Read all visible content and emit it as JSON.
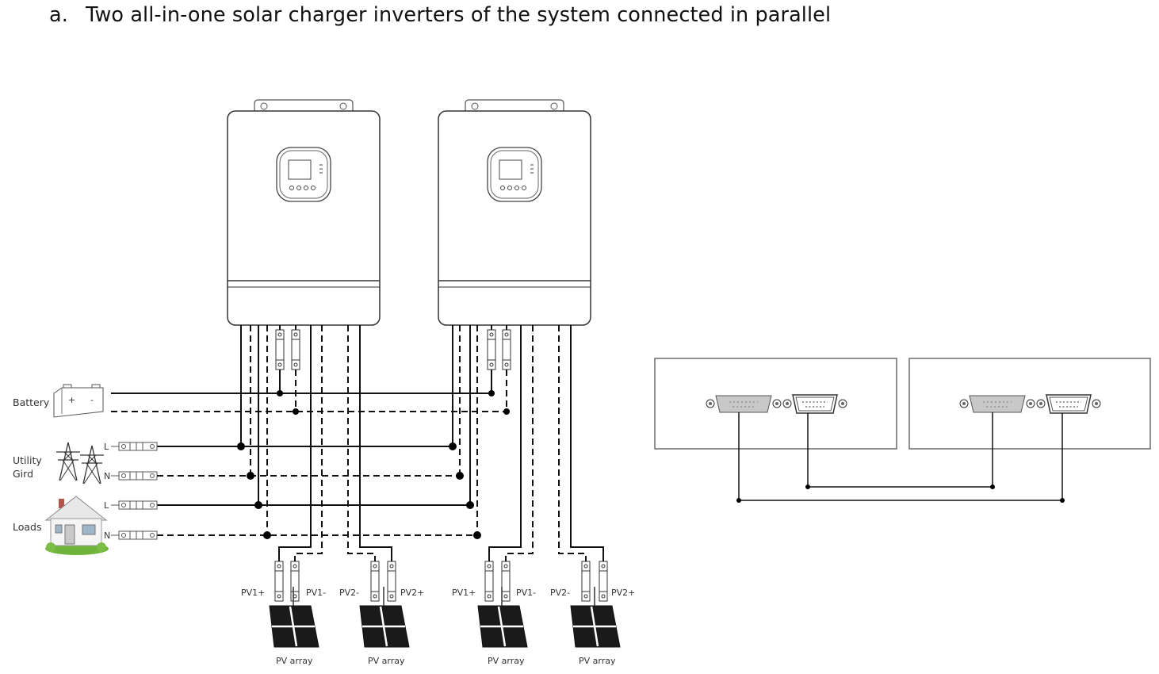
{
  "heading": {
    "marker": "a.",
    "text": "Two all-in-one solar charger inverters of the system connected in parallel"
  },
  "labels": {
    "battery": "Battery",
    "utility_line1": "Utility",
    "utility_line2": "Gird",
    "loads": "Loads",
    "line_l": "L",
    "line_n": "N",
    "pv1_plus": "PV1+",
    "pv1_minus": "PV1-",
    "pv2_minus": "PV2-",
    "pv2_plus": "PV2+",
    "pv_array": "PV array"
  }
}
